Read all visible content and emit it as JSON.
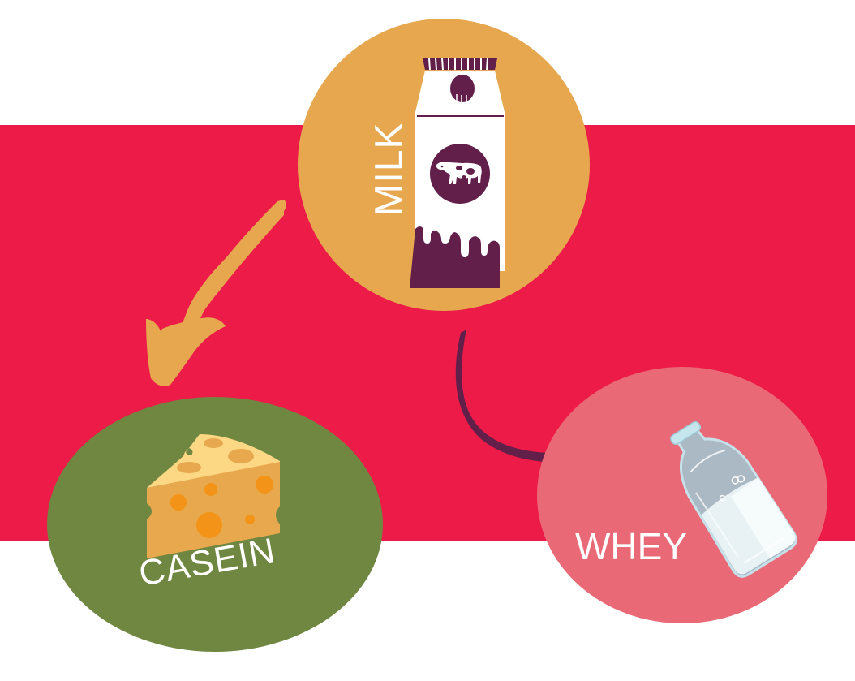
{
  "diagram": {
    "title": "",
    "colors": {
      "background": "#ffffff",
      "band": "#ec1b48",
      "milk_circle": "#e6a74f",
      "casein_circle": "#708741",
      "whey_circle": "#e96a76",
      "arrow_to_casein": "#e6a74f",
      "arrow_to_whey": "#611f4a",
      "carton_accent": "#611f4a",
      "label_text": "#ffffff"
    },
    "nodes": [
      {
        "id": "milk",
        "label": "MILK",
        "icon": "milk-carton-icon",
        "shape": "circle"
      },
      {
        "id": "casein",
        "label": "CASEIN",
        "icon": "cheese-icon",
        "shape": "ellipse"
      },
      {
        "id": "whey",
        "label": "WHEY",
        "icon": "milk-bottle-icon",
        "shape": "ellipse"
      }
    ],
    "edges": [
      {
        "from": "milk",
        "to": "casein",
        "style": "curved-arrow",
        "color": "#e6a74f"
      },
      {
        "from": "milk",
        "to": "whey",
        "style": "curved-arrow",
        "color": "#611f4a"
      }
    ]
  }
}
